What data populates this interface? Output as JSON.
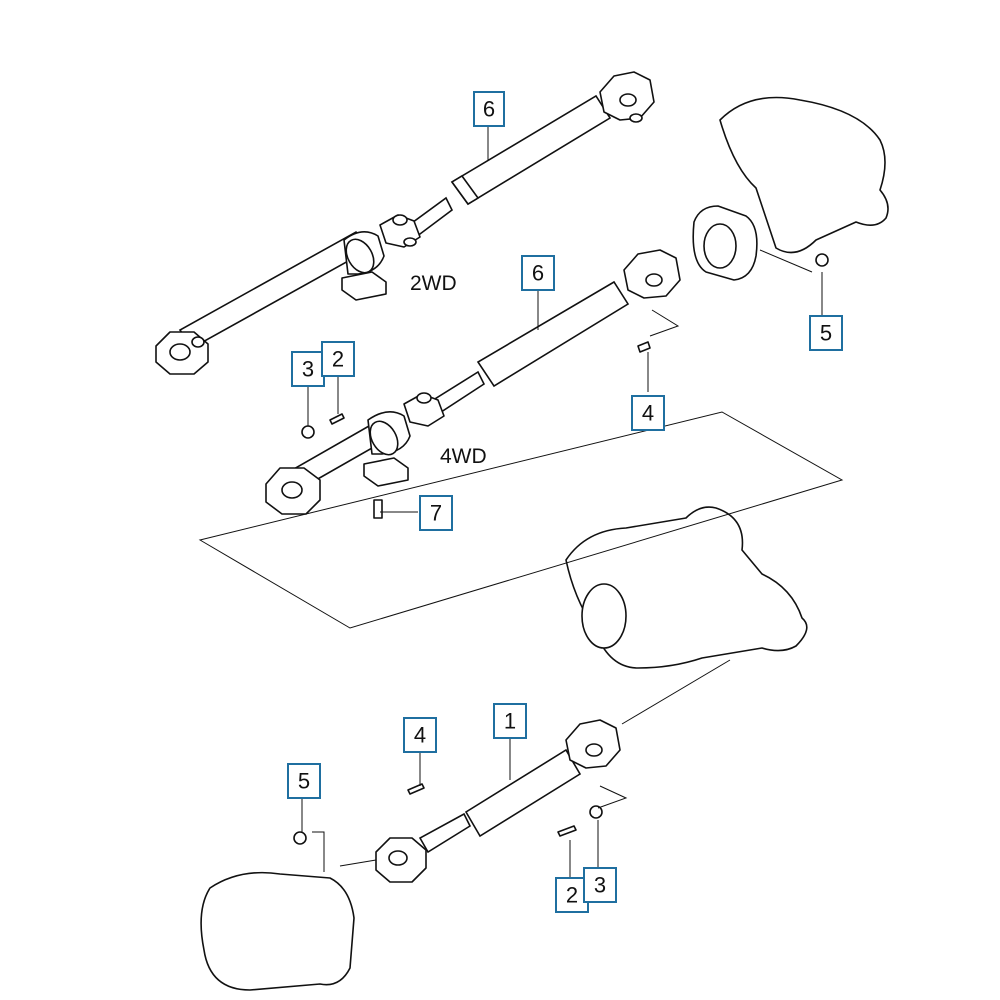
{
  "diagram": {
    "variant_labels": {
      "two_wd": "2WD",
      "four_wd": "4WD"
    },
    "callouts": {
      "c6_top": "6",
      "c6_mid": "6",
      "c5_right": "5",
      "c3_left": "3",
      "c2_left": "2",
      "c4_mid": "4",
      "c7": "7",
      "c1": "1",
      "c4_bottom": "4",
      "c5_bottom": "5",
      "c2_bottom": "2",
      "c3_bottom": "3"
    },
    "callout_color": "#1f6fa0",
    "line_color": "#111111"
  }
}
